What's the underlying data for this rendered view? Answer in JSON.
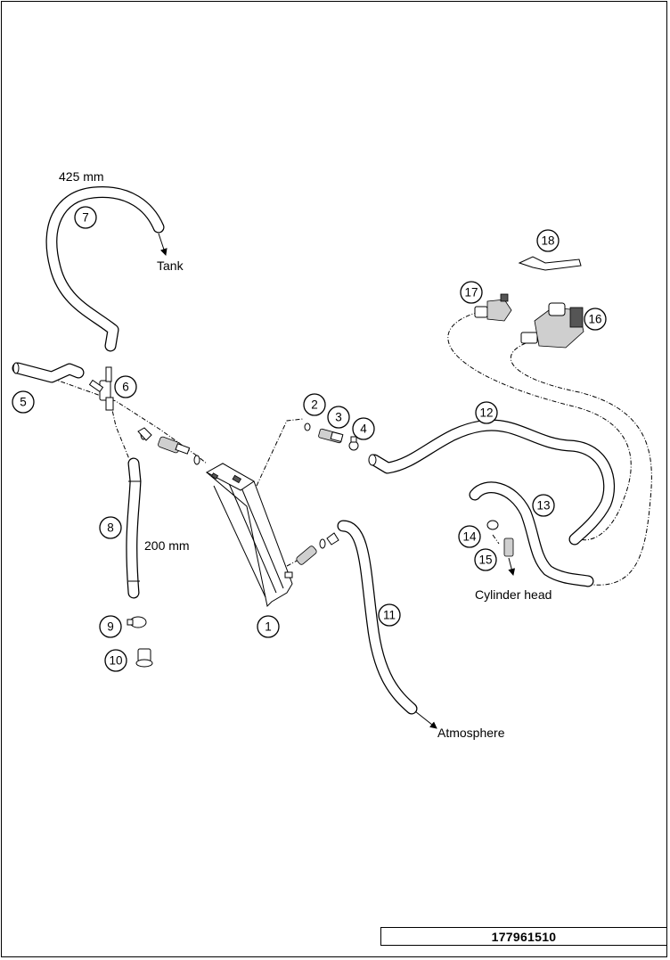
{
  "labels": {
    "length_425": "425 mm",
    "length_200": "200 mm",
    "tank": "Tank",
    "cylinder_head": "Cylinder head",
    "atmosphere": "Atmosphere"
  },
  "callouts": [
    "1",
    "2",
    "3",
    "4",
    "5",
    "6",
    "7",
    "8",
    "9",
    "10",
    "11",
    "12",
    "13",
    "14",
    "15",
    "16",
    "17",
    "18"
  ],
  "document_number": "177961510"
}
